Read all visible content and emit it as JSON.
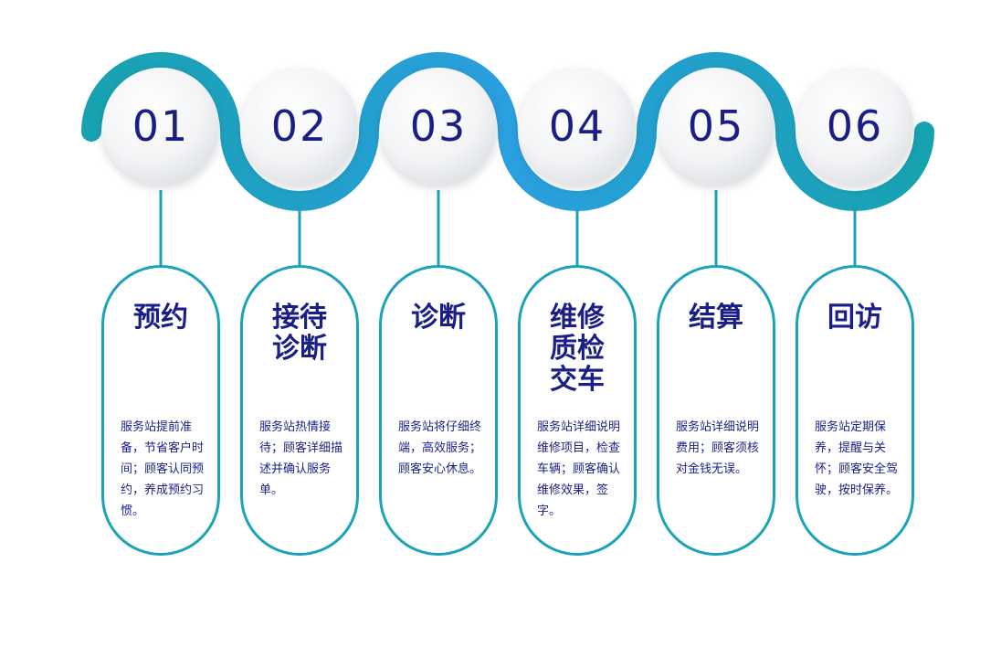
{
  "steps": [
    {
      "number": "01",
      "title": [
        "预约"
      ],
      "desc": "服务站提前准备，节省客户时间；顾客认同预约，养成预约习惯。"
    },
    {
      "number": "02",
      "title": [
        "接待",
        "诊断"
      ],
      "desc": "服务站热情接待；顾客详细描述并确认服务单。"
    },
    {
      "number": "03",
      "title": [
        "诊断"
      ],
      "desc": "服务站将仔细终端，高效服务；顾客安心休息。"
    },
    {
      "number": "04",
      "title": [
        "维修",
        "质检",
        "交车"
      ],
      "desc": "服务站详细说明维修项目，检查车辆；顾客确认维修效果，签字。"
    },
    {
      "number": "05",
      "title": [
        "结算"
      ],
      "desc": "服务站详细说明费用；顾客须核对金钱无误。"
    },
    {
      "number": "06",
      "title": [
        "回访"
      ],
      "desc": "服务站定期保养，提醒与关怀；顾客安全驾驶，按时保养。"
    }
  ],
  "colors": {
    "accent": "#1aa3b8",
    "accent_light": "#2a9fe0",
    "text": "#1a1f86"
  }
}
